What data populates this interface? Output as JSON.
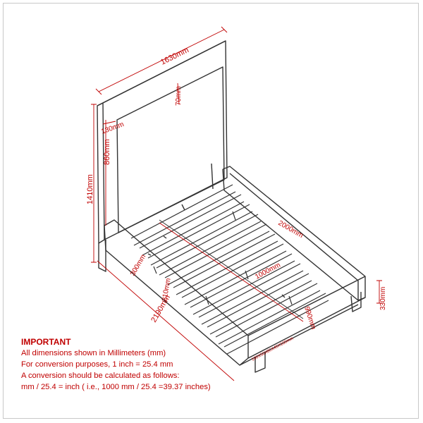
{
  "dimensions": {
    "headboard_width": "1630mm",
    "headboard_thickness": "70mm",
    "headboard_panel_offset": "130mm",
    "headboard_height": "860mm",
    "overall_height": "1410mm",
    "side_rail_height": "300mm",
    "frame_height_at_rail": "210mm",
    "overall_length": "2190mm",
    "inner_length": "2000mm",
    "inner_width": "1000mm",
    "foot_width": "990mm",
    "leg_height": "330mm",
    "slat_size": "100X50X60X45X100mm"
  },
  "notes": {
    "heading": "IMPORTANT",
    "lines": [
      "All dimensions shown in Millimeters (mm)",
      "For conversion purposes, 1 inch = 25.4 mm",
      "A conversion should be calculated as follows:",
      "mm / 25.4 = inch ( i.e., 1000 mm / 25.4 =39.37 inches)"
    ]
  },
  "colors": {
    "outline": "#333333",
    "dimension": "#c00000",
    "border": "#c8c8c8"
  }
}
